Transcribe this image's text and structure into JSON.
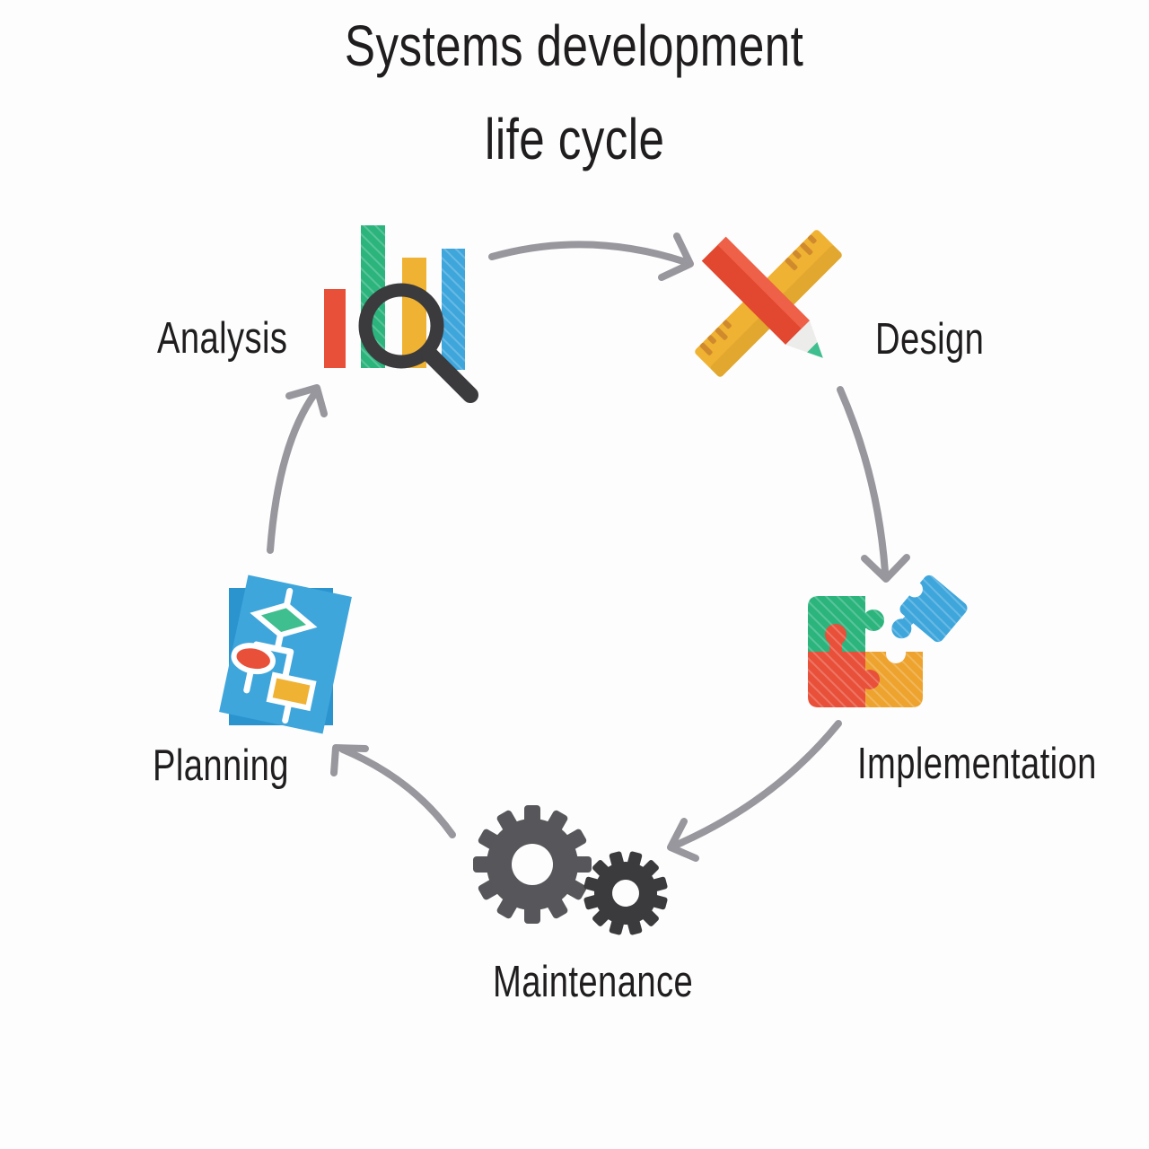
{
  "title": {
    "line1": "Systems development",
    "line2": "life cycle"
  },
  "stages": [
    {
      "id": "analysis",
      "label": "Analysis",
      "icon": "bar-chart-magnifier-icon"
    },
    {
      "id": "design",
      "label": "Design",
      "icon": "pencil-ruler-icon"
    },
    {
      "id": "implementation",
      "label": "Implementation",
      "icon": "puzzle-pieces-icon"
    },
    {
      "id": "maintenance",
      "label": "Maintenance",
      "icon": "gears-icon"
    },
    {
      "id": "planning",
      "label": "Planning",
      "icon": "flowchart-document-icon"
    }
  ],
  "connections": [
    {
      "from": "Analysis",
      "to": "Design"
    },
    {
      "from": "Design",
      "to": "Implementation"
    },
    {
      "from": "Implementation",
      "to": "Maintenance"
    },
    {
      "from": "Maintenance",
      "to": "Planning"
    },
    {
      "from": "Planning",
      "to": "Analysis"
    }
  ],
  "colors": {
    "bg": "#fdfdfd",
    "text": "#1f1d1e",
    "arrow": "#98979d",
    "red": "#e8503a",
    "green": "#2cb47d",
    "yellow": "#f0b232",
    "orange": "#eda32e",
    "blue": "#3fa6dc",
    "blue_dark": "#2b94cf",
    "dark": "#3b3b3e",
    "gear_gray": "#57575b",
    "pencil_red": "#e2472f",
    "pencil_light": "#ee6048",
    "ruler_tick": "#d08a2e",
    "tip_white": "#ececea",
    "lead_green": "#3fbf8f"
  }
}
